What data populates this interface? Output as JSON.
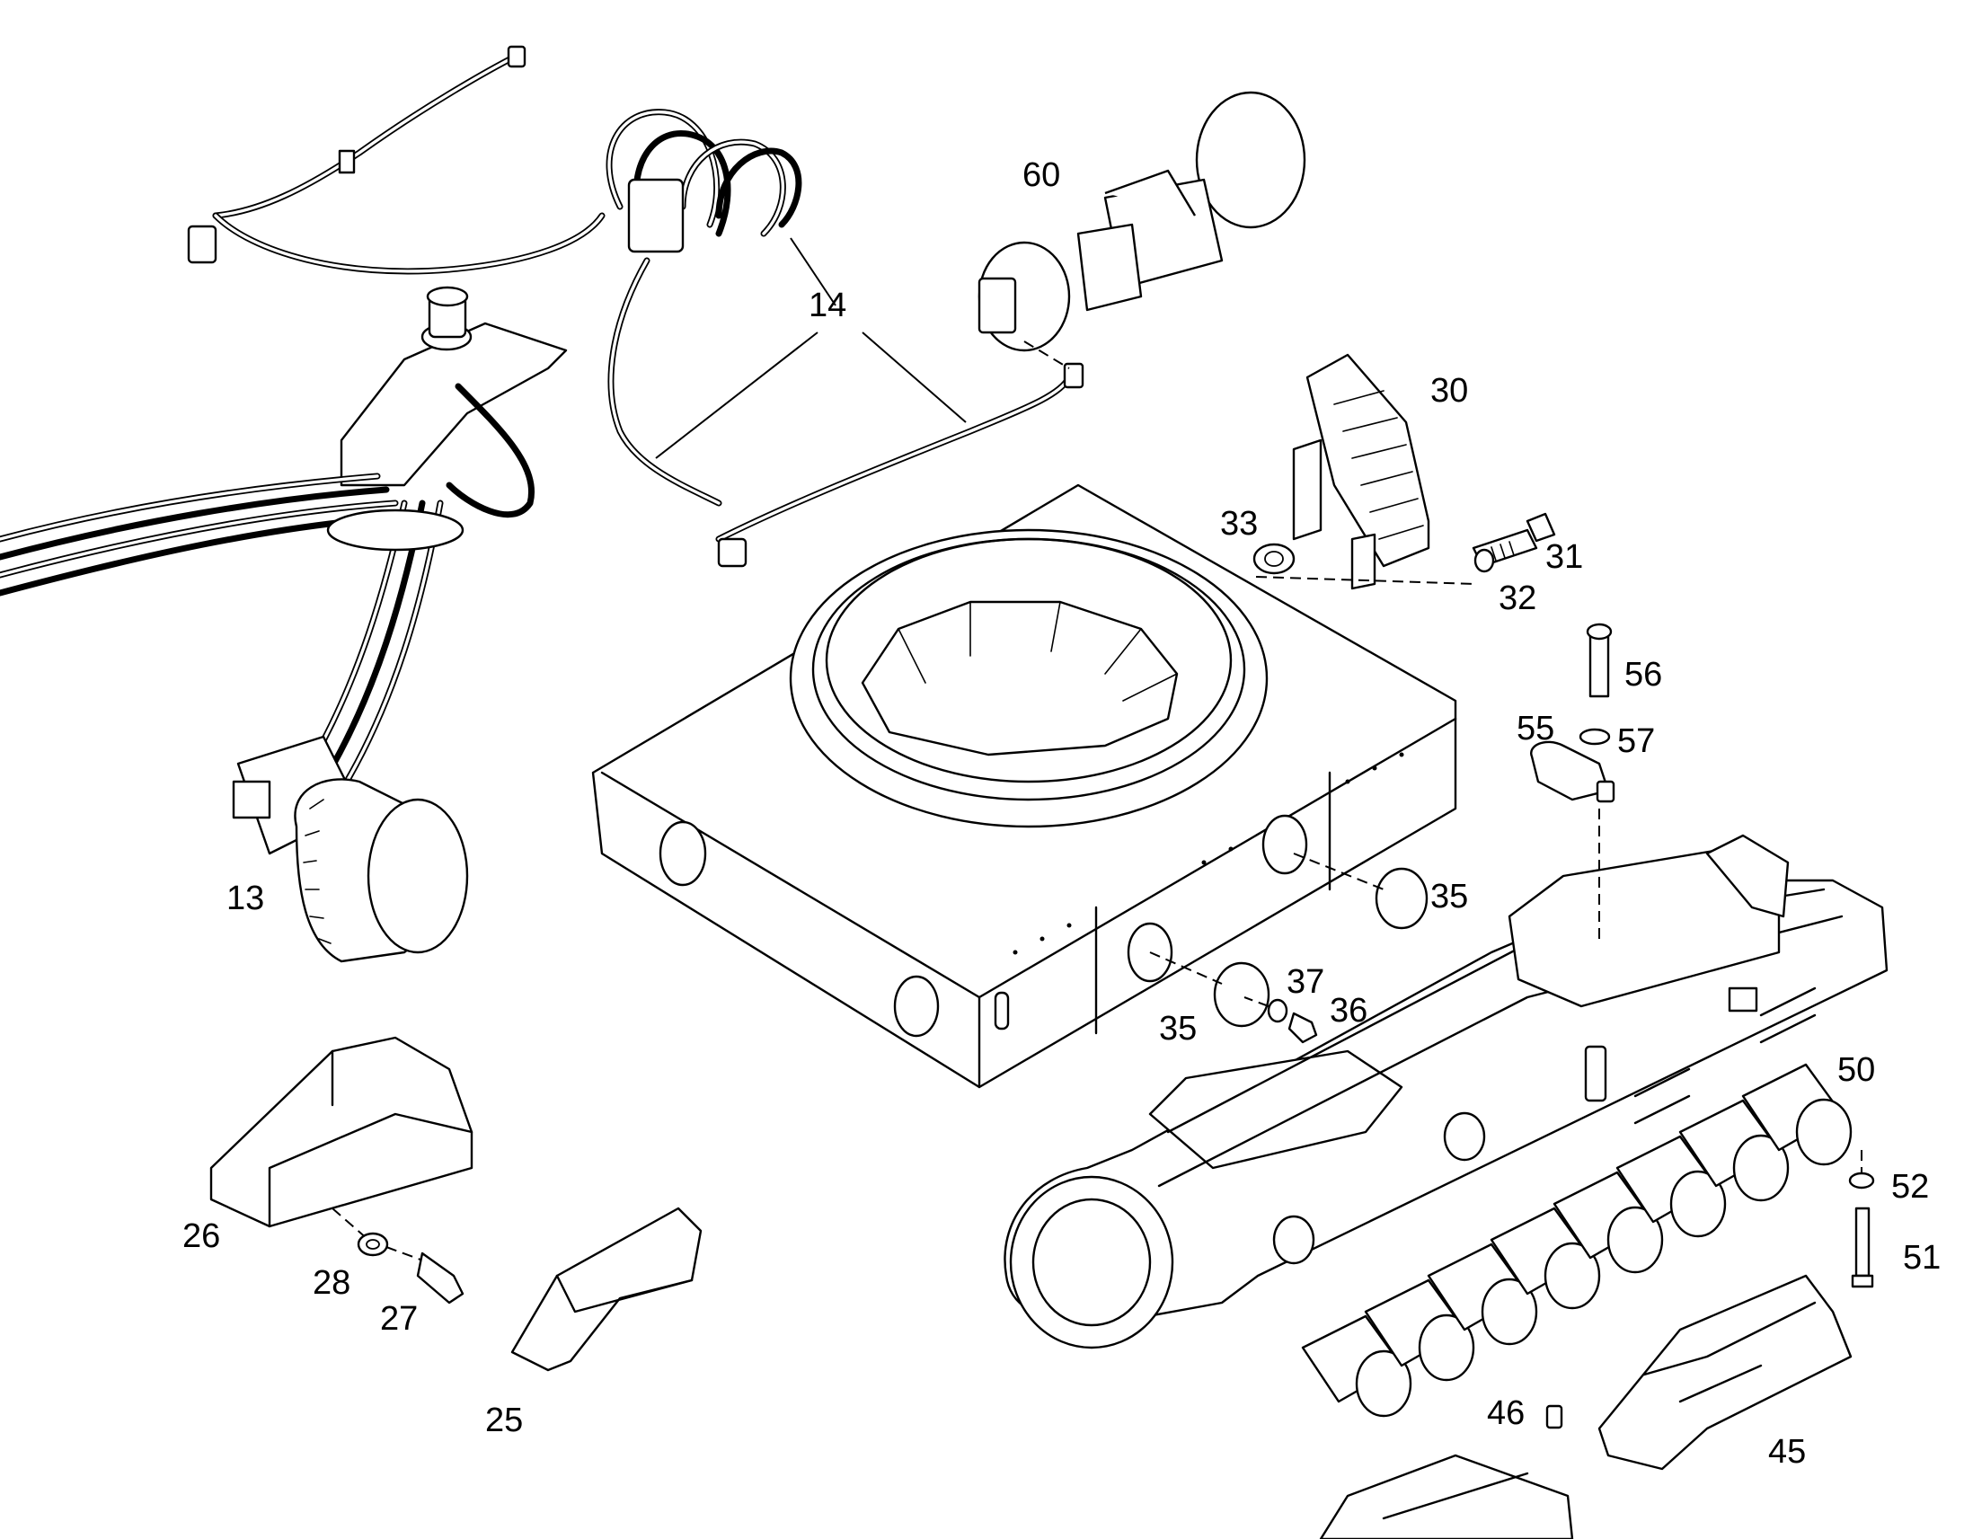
{
  "callouts": {
    "p13": "13",
    "p14": "14",
    "p25": "25",
    "p26": "26",
    "p27": "27",
    "p28": "28",
    "p30": "30",
    "p31": "31",
    "p32": "32",
    "p33": "33",
    "p35a": "35",
    "p35b": "35",
    "p36": "36",
    "p37": "37",
    "p45": "45",
    "p46": "46",
    "p50": "50",
    "p51": "51",
    "p52": "52",
    "p55": "55",
    "p56": "56",
    "p57": "57",
    "p60": "60"
  }
}
